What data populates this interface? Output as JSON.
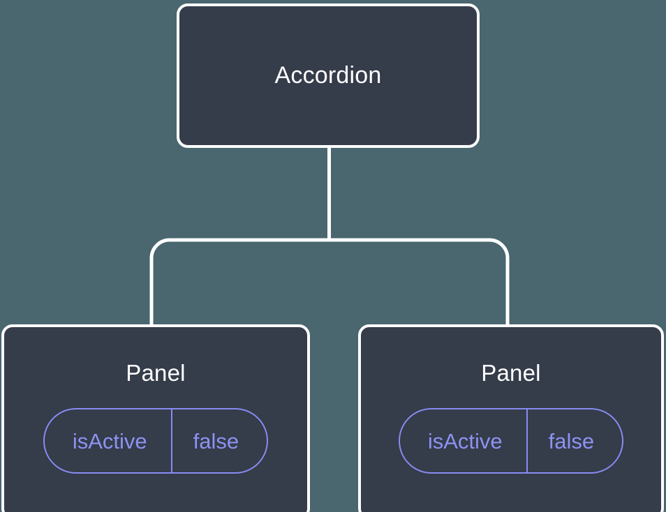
{
  "theme": {
    "background_color": "#4a666f",
    "node_fill_color": "#353c4a",
    "node_border_color": "#ffffff",
    "node_text_color": "#ffffff",
    "state_accent_color": "#8d92f2",
    "connector_color": "#ffffff"
  },
  "tree": {
    "root": {
      "label": "Accordion"
    },
    "children": [
      {
        "label": "Panel",
        "state": {
          "key": "isActive",
          "value": "false"
        }
      },
      {
        "label": "Panel",
        "state": {
          "key": "isActive",
          "value": "false"
        }
      }
    ]
  }
}
